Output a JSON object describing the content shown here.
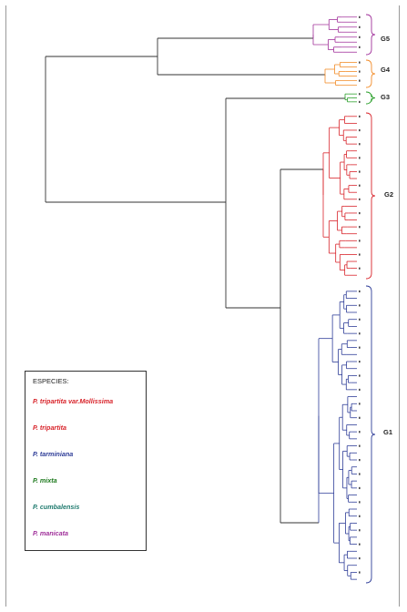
{
  "legend": {
    "title": "ESPECIES:",
    "items": [
      {
        "label": "P. tripartita var.Mollissima",
        "color": "#d8232a"
      },
      {
        "label": "P. tripartita",
        "color": "#d8232a"
      },
      {
        "label": "P. tarminiana",
        "color": "#2e3d98"
      },
      {
        "label": "P. mixta",
        "color": "#1f7a1f"
      },
      {
        "label": "P. cumbalensis",
        "color": "#1f7a6e"
      },
      {
        "label": "P. manicata",
        "color": "#a0309a"
      }
    ]
  },
  "groups": [
    {
      "label": "G5",
      "color": "#a0309a"
    },
    {
      "label": "G4",
      "color": "#f28c28"
    },
    {
      "label": "G3",
      "color": "#2ca02c"
    },
    {
      "label": "G2",
      "color": "#d8232a"
    },
    {
      "label": "G1",
      "color": "#2e3d98"
    }
  ],
  "trunk_color": "#333333"
}
